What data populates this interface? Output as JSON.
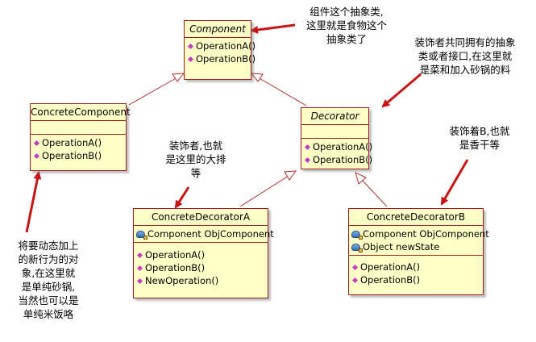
{
  "classes": {
    "component": {
      "name": "Component",
      "operations": [
        "OperationA()",
        "OperationB()"
      ]
    },
    "concrete_component": {
      "name": "ConcreteComponent",
      "operations": [
        "OperationA()",
        "OperationB()"
      ]
    },
    "decorator": {
      "name": "Decorator",
      "operations": [
        "OperationA()",
        "OperationB()"
      ]
    },
    "concrete_decorator_a": {
      "name": "ConcreteDecoratorA",
      "attributes": [
        "Component ObjComponent"
      ],
      "operations": [
        "OperationA()",
        "OperationB()",
        "NewOperation()"
      ]
    },
    "concrete_decorator_b": {
      "name": "ConcreteDecoratorB",
      "attributes": [
        "Component ObjComponent",
        "Object newState"
      ],
      "operations": [
        "OperationA()",
        "OperationB()"
      ]
    }
  },
  "notes": {
    "component_note": [
      "组件这个抽象类,",
      "这里就是食物这个",
      "抽象类了"
    ],
    "decorator_note": [
      "装饰者共同拥有的抽象",
      "类或者接口,在这里就",
      "是菜和加入砂锅的料"
    ],
    "decorator_a_note": [
      "装饰者,也就",
      "是这里的大排",
      "等"
    ],
    "decorator_b_note": [
      "装饰着B,也就",
      "是香干等"
    ],
    "concrete_component_note": [
      "将要动态加上",
      "的新行为的对",
      "象,在这里就",
      "是单纯砂锅,",
      "当然也可以是",
      "单纯米饭咯"
    ]
  },
  "colors": {
    "class_fill": "#ffffc8",
    "class_border": "#9b2020",
    "arrow": "#c81414",
    "connector": "#b03030",
    "operation_icon": "#c040c0"
  },
  "icons": {
    "operation": "operation-icon",
    "attribute": "attribute-icon"
  }
}
